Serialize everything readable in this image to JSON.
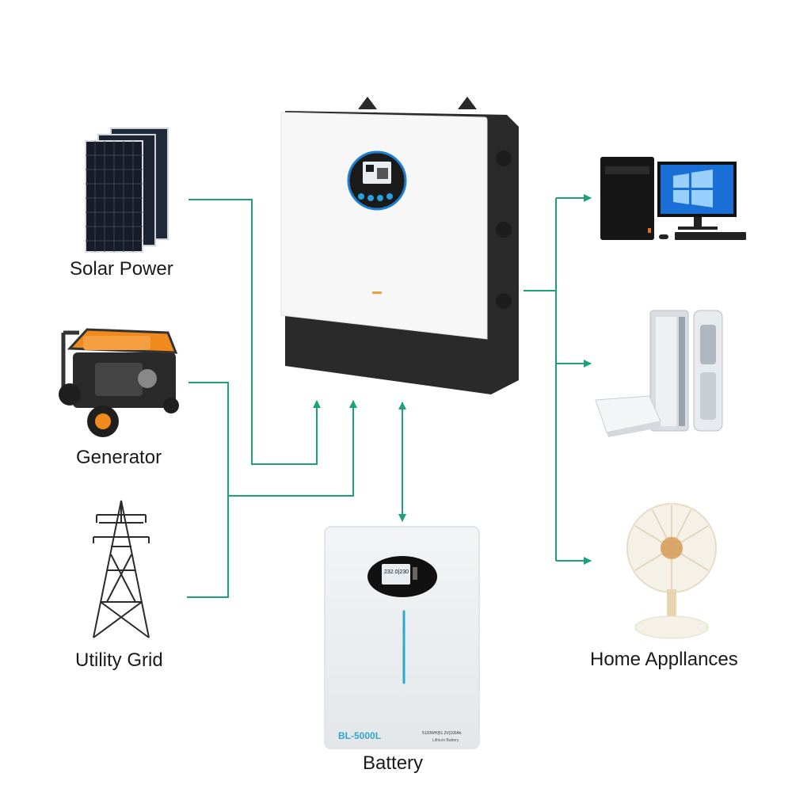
{
  "sources": [
    {
      "label": "Solar Power",
      "icon": "solar-panel-icon"
    },
    {
      "label": "Generator",
      "icon": "generator-icon"
    },
    {
      "label": "Utility Grid",
      "icon": "transmission-tower-icon"
    }
  ],
  "loads": {
    "label": "Home Appllances",
    "items": [
      {
        "icon": "desktop-computer-icon"
      },
      {
        "icon": "air-conditioner-icon"
      },
      {
        "icon": "desk-fan-icon"
      }
    ]
  },
  "inverter": {
    "icon": "hybrid-inverter-icon"
  },
  "battery": {
    "label": "Battery",
    "model": "BL-5000L",
    "spec": "5120WH|51.2V|100Ah",
    "type": "Lithium Battery",
    "screen_readout": "232.0|230",
    "icon": "lithium-battery-icon"
  },
  "colors": {
    "flow_line": "#1aa37a",
    "inverter_body": "#f4f4f4",
    "inverter_frame": "#2a2a2a",
    "display_ring": "#1e7fd0",
    "panel_cells": "#1c2433",
    "generator_frame": "#f08a1c",
    "battery_accent": "#2fa8c8"
  }
}
